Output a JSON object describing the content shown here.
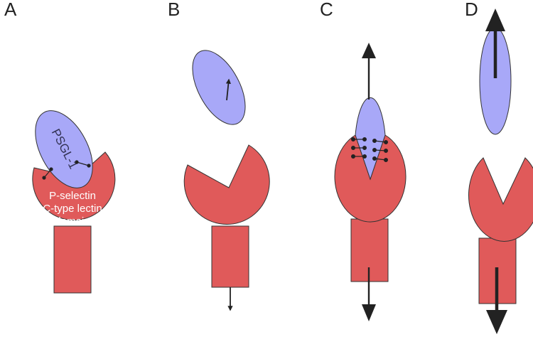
{
  "colors": {
    "selectin_fill": "#e05a5a",
    "ligand_fill": "#a8a8f8",
    "outline": "#333333",
    "arrow": "#222222",
    "background": "#ffffff"
  },
  "panels": [
    {
      "id": "A",
      "label": "A"
    },
    {
      "id": "B",
      "label": "B"
    },
    {
      "id": "C",
      "label": "C"
    },
    {
      "id": "D",
      "label": "D"
    }
  ],
  "labels": {
    "ligand_name": "PSGL-1",
    "domain_line1": "P-selectin",
    "domain_line2": "C-type lectin",
    "domain_line3": "domain"
  }
}
